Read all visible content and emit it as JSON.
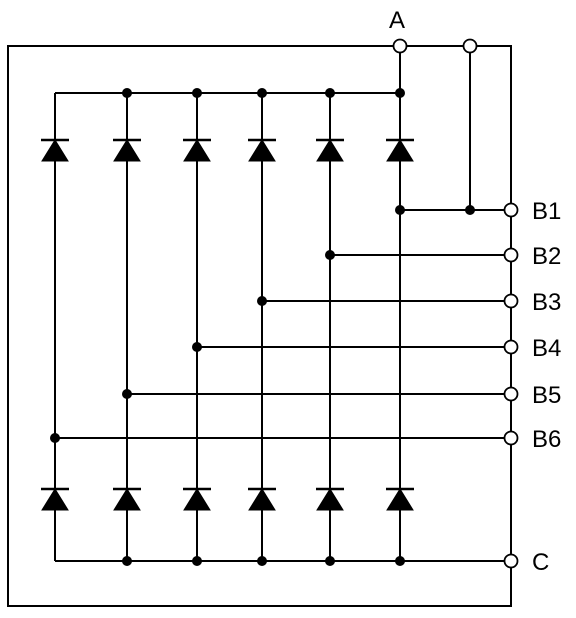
{
  "labels": {
    "a": "A",
    "b1": "B1",
    "b2": "B2",
    "b3": "B3",
    "b4": "B4",
    "b5": "B5",
    "b6": "B6",
    "c": "C"
  },
  "colors": {
    "stroke": "#000000",
    "background": "#ffffff"
  }
}
